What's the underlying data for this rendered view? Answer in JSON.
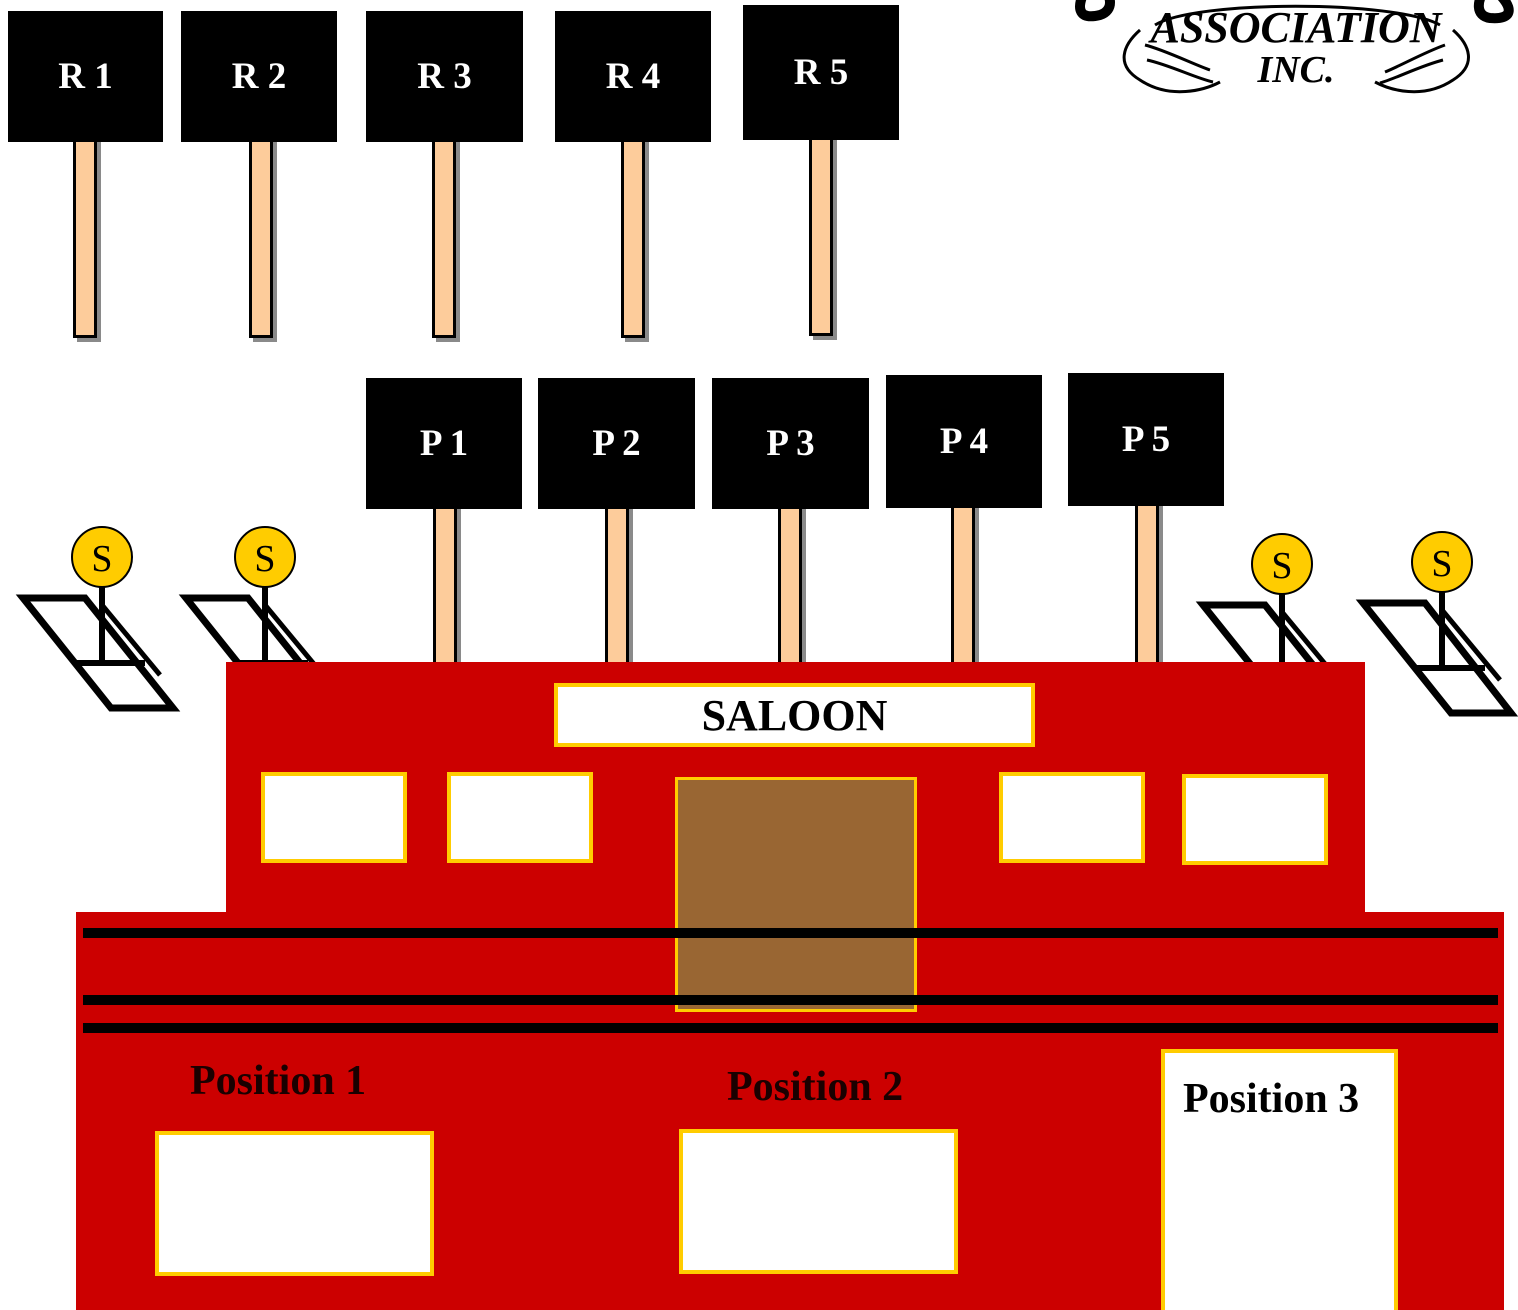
{
  "logo": {
    "line1": "ASSOCIATION",
    "line2": "INC."
  },
  "rifle_signs": [
    "R 1",
    "R 2",
    "R 3",
    "R 4",
    "R 5"
  ],
  "pistol_signs": [
    "P 1",
    "P 2",
    "P 3",
    "P 4",
    "P 5"
  ],
  "shotgun_targets": [
    "S",
    "S",
    "S",
    "S"
  ],
  "building": {
    "sign": "SALOON",
    "positions": [
      "Position 1",
      "Position 2",
      "Position 3"
    ]
  },
  "colors": {
    "building": "#cc0000",
    "trim": "#ffcc00",
    "door": "#996633",
    "post": "#fdcc9b",
    "target": "#ffcc00"
  }
}
